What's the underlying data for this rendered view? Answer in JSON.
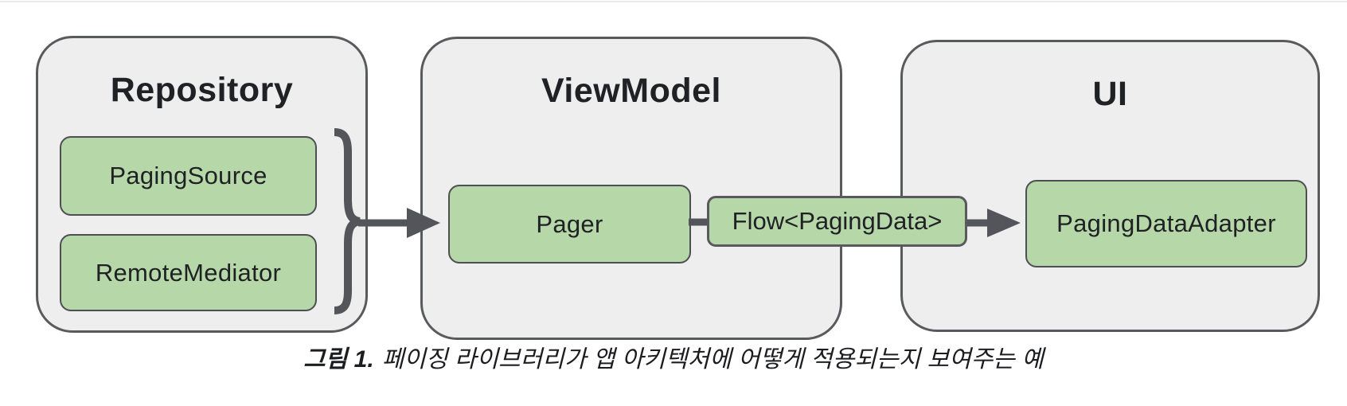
{
  "diagram": {
    "repository": {
      "title": "Repository",
      "paging_source": "PagingSource",
      "remote_mediator": "RemoteMediator"
    },
    "viewmodel": {
      "title": "ViewModel",
      "pager": "Pager"
    },
    "flow": {
      "label": "Flow<PagingData>"
    },
    "ui": {
      "title": "UI",
      "paging_data_adapter": "PagingDataAdapter"
    }
  },
  "caption": {
    "label": "그림 1.",
    "text": "페이징 라이브러리가 앱 아키텍처에 어떻게 적용되는지 보여주는 예"
  },
  "colors": {
    "container_fill": "#eeeeef",
    "container_border": "#595a5e",
    "box_fill": "#b6d7a8",
    "box_border": "#4d4f52",
    "arrow": "#54555a",
    "text": "#1f2124",
    "background": "#ffffff"
  }
}
